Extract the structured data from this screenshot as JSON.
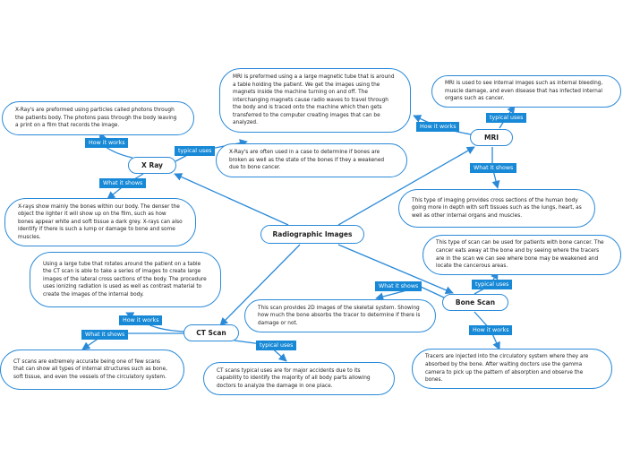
{
  "colors": {
    "line": "#2b8ad8",
    "tag_bg": "#1789d6",
    "tag_text": "#ffffff"
  },
  "central": "Radiographic Images",
  "topics": {
    "xray": "X Ray",
    "mri": "MRI",
    "ct": "CT Scan",
    "bone": "Bone Scan"
  },
  "tags": {
    "xray_how": "How it works",
    "xray_typical": "typical uses",
    "xray_what": "What it shows",
    "mri_typical": "typical uses",
    "mri_how": "How it works",
    "mri_what": "What it shows",
    "ct_how": "How it works",
    "ct_what": "What it shows",
    "ct_typical": "typical uses",
    "bone_typical": "typical uses",
    "bone_what": "What it shows",
    "bone_how": "How it works"
  },
  "notes": {
    "xray_how": "X-Ray's are preformed using particles called photons through the patients body. The photons pass through the body leaving a print on a film that records the image.",
    "xray_typical": "X-Ray's are often used in a case to determine if bones are broken as well as the state of the bones if they a weakened due to bone cancer.",
    "xray_what": "X-rays show mainly the bones within our body. The denser the object the lighter it will show up on the film, such as how bones appear white and soft tissue a dark grey. X-rays can also identify if there is such a lump or damage to bone and some muscles.",
    "mri_how": "MRI is preformed using a a large magnetic tube that is around a table holding the patient. We get the images using the magnets inside the machine turning on and off. The interchanging magnets cause radio waves to travel through the body and is traced onto the machine which then gets transferred to the computer creating images that can be analyzed.",
    "mri_typical": "MRI is used to see internal images such as internal bleeding, muscle damage, and even disease that has infected internal organs such as cancer.",
    "mri_what": "This type of imaging provides cross sections of the human body going more in depth with soft tissues such as the lungs, heart, as well as other internal organs and muscles.",
    "ct_how": "Using a large tube that rotates around the patient on a table the CT scan is able to take a series of images to create large images of the lateral cross sections of the body. The procedure uses ionizing radiation is used as well as contrast material to create the images of the internal body.",
    "ct_what": "CT scans are extremely accurate being one of few scans that can show all types of internal structures such as bone, soft tissue, and even the vessels of the circulatory system.",
    "ct_typical": "CT scans typical uses are for major accidents due to its capability to identify the majority of all body parts allowing doctors to analyze the damage in one place.",
    "bone_typical": "This type of scan can be used for patients with bone cancer. The cancer eats away at the bone and by seeing where the tracers are in the scan we can see where bone may be weakened and locate the cancerous areas.",
    "bone_what": "This scan provides 2D images of the skeletal system. Showing how much the bone absorbs the tracer to determine if there is damage or not.",
    "bone_how": "Tracers are injected into the circulatory system where they are absorbed by the bone. After waiting doctors use the gamma camera to pick up the pattern of absorption and observe the bones."
  }
}
